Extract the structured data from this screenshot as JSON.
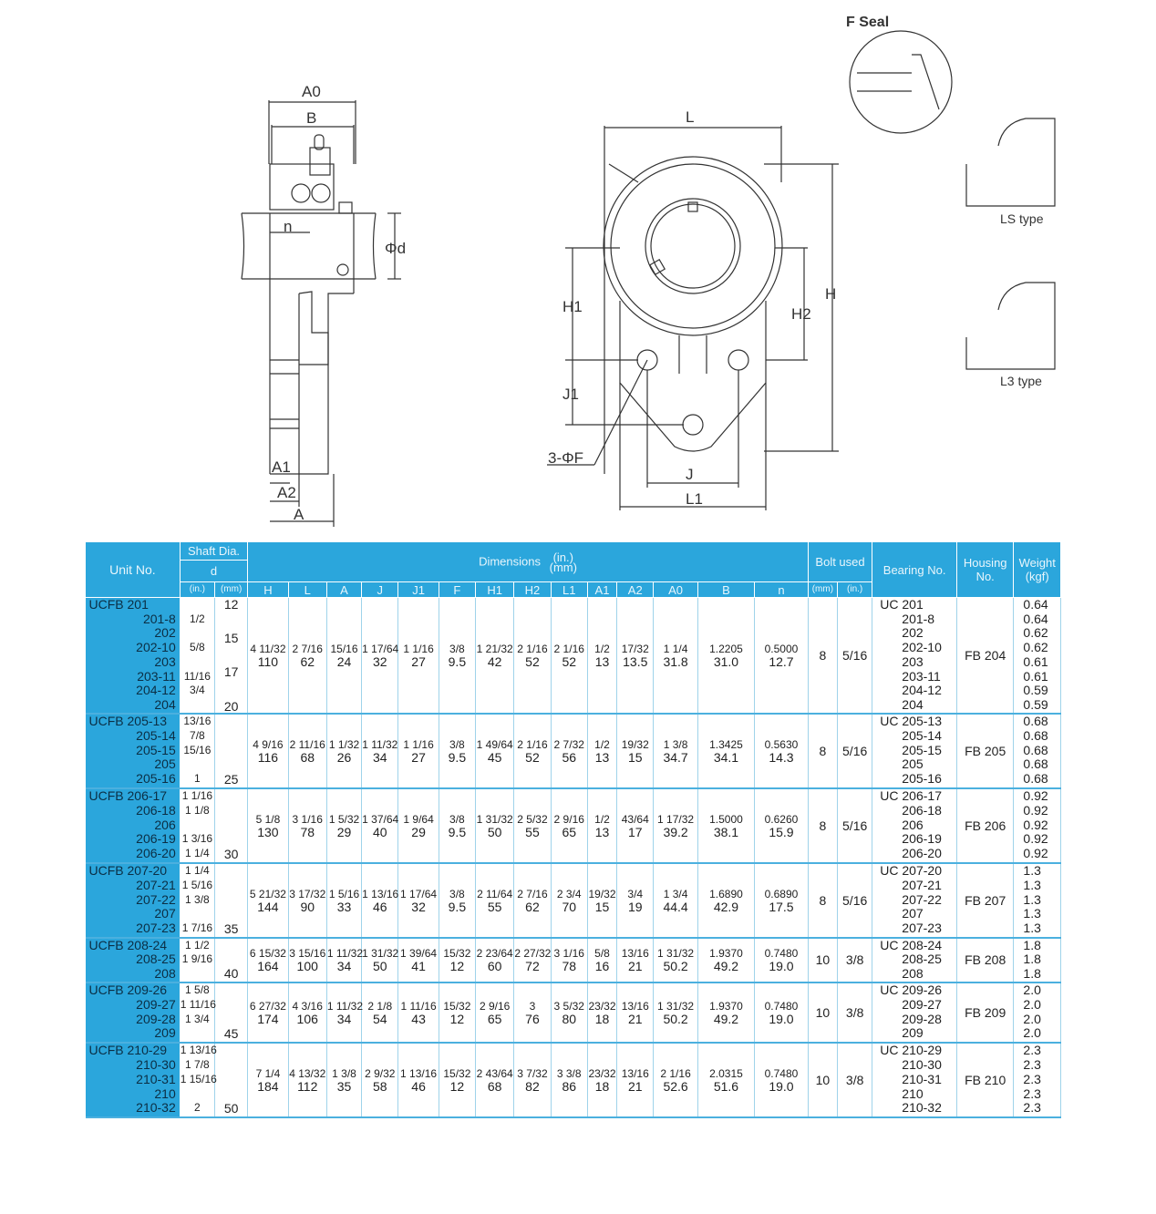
{
  "drawing_labels": {
    "a0": "A0",
    "b": "B",
    "n": "n",
    "phi_d": "Φd",
    "a1": "A1",
    "a2": "A2",
    "a": "A",
    "l": "L",
    "h": "H",
    "h1": "H1",
    "h2": "H2",
    "j1": "J1",
    "j": "J",
    "l1": "L1",
    "bolt_holes": "3-ΦF",
    "f_seal": "F Seal",
    "ls_type": "LS type",
    "l3_type": "L3 type"
  },
  "table": {
    "headers": {
      "unit_no": "Unit No.",
      "shaft_dia": "Shaft Dia.",
      "d": "d",
      "inch": "(in.)",
      "mm": "(mm)",
      "dimensions": "Dimensions",
      "dim_units_in": "(in.)",
      "dim_units_mm": "(mm)",
      "bolt_used": "Bolt used",
      "bolt_mm": "(mm)",
      "bolt_in": "(in.)",
      "bearing_no": "Bearing No.",
      "housing_no": "Housing No.",
      "weight": "Weight (kgf)",
      "dim_cols": [
        "H",
        "L",
        "A",
        "J",
        "J1",
        "F",
        "H1",
        "H2",
        "L1",
        "A1",
        "A2",
        "A0",
        "B",
        "n"
      ]
    },
    "groups": [
      {
        "units": [
          "UCFB 201",
          "201-8",
          "202",
          "202-10",
          "203",
          "203-11",
          "204-12",
          "204"
        ],
        "d_in": [
          "",
          "1/2",
          "",
          "5/8",
          "",
          "11/16",
          "3/4",
          ""
        ],
        "d_mm": [
          "12",
          "15",
          "17",
          "20"
        ],
        "dims": [
          [
            "4 11/32",
            "110"
          ],
          [
            "2 7/16",
            "62"
          ],
          [
            "15/16",
            "24"
          ],
          [
            "1 17/64",
            "32"
          ],
          [
            "1 1/16",
            "27"
          ],
          [
            "3/8",
            "9.5"
          ],
          [
            "1 21/32",
            "42"
          ],
          [
            "2 1/16",
            "52"
          ],
          [
            "2 1/16",
            "52"
          ],
          [
            "1/2",
            "13"
          ],
          [
            "17/32",
            "13.5"
          ],
          [
            "1 1/4",
            "31.8"
          ],
          [
            "1.2205",
            "31.0"
          ],
          [
            "0.5000",
            "12.7"
          ]
        ],
        "bolt_mm": "8",
        "bolt_in": "5/16",
        "bearings": [
          "UC 201",
          "201-8",
          "202",
          "202-10",
          "203",
          "203-11",
          "204-12",
          "204"
        ],
        "housing": "FB 204",
        "weights": [
          "0.64",
          "0.64",
          "0.62",
          "0.62",
          "0.61",
          "0.61",
          "0.59",
          "0.59"
        ]
      },
      {
        "units": [
          "UCFB 205-13",
          "205-14",
          "205-15",
          "205",
          "205-16"
        ],
        "d_in": [
          "13/16",
          "7/8",
          "15/16",
          "",
          "1"
        ],
        "d_mm": [
          "25"
        ],
        "dims": [
          [
            "4 9/16",
            "116"
          ],
          [
            "2 11/16",
            "68"
          ],
          [
            "1 1/32",
            "26"
          ],
          [
            "1 11/32",
            "34"
          ],
          [
            "1 1/16",
            "27"
          ],
          [
            "3/8",
            "9.5"
          ],
          [
            "1 49/64",
            "45"
          ],
          [
            "2 1/16",
            "52"
          ],
          [
            "2 7/32",
            "56"
          ],
          [
            "1/2",
            "13"
          ],
          [
            "19/32",
            "15"
          ],
          [
            "1 3/8",
            "34.7"
          ],
          [
            "1.3425",
            "34.1"
          ],
          [
            "0.5630",
            "14.3"
          ]
        ],
        "bolt_mm": "8",
        "bolt_in": "5/16",
        "bearings": [
          "UC 205-13",
          "205-14",
          "205-15",
          "205",
          "205-16"
        ],
        "housing": "FB 205",
        "weights": [
          "0.68",
          "0.68",
          "0.68",
          "0.68",
          "0.68"
        ]
      },
      {
        "units": [
          "UCFB 206-17",
          "206-18",
          "206",
          "206-19",
          "206-20"
        ],
        "d_in": [
          "1 1/16",
          "1 1/8",
          "",
          "1 3/16",
          "1 1/4"
        ],
        "d_mm": [
          "30"
        ],
        "dims": [
          [
            "5 1/8",
            "130"
          ],
          [
            "3 1/16",
            "78"
          ],
          [
            "1 5/32",
            "29"
          ],
          [
            "1 37/64",
            "40"
          ],
          [
            "1 9/64",
            "29"
          ],
          [
            "3/8",
            "9.5"
          ],
          [
            "1 31/32",
            "50"
          ],
          [
            "2 5/32",
            "55"
          ],
          [
            "2 9/16",
            "65"
          ],
          [
            "1/2",
            "13"
          ],
          [
            "43/64",
            "17"
          ],
          [
            "1 17/32",
            "39.2"
          ],
          [
            "1.5000",
            "38.1"
          ],
          [
            "0.6260",
            "15.9"
          ]
        ],
        "bolt_mm": "8",
        "bolt_in": "5/16",
        "bearings": [
          "UC 206-17",
          "206-18",
          "206",
          "206-19",
          "206-20"
        ],
        "housing": "FB 206",
        "weights": [
          "0.92",
          "0.92",
          "0.92",
          "0.92",
          "0.92"
        ]
      },
      {
        "units": [
          "UCFB 207-20",
          "207-21",
          "207-22",
          "207",
          "207-23"
        ],
        "d_in": [
          "1 1/4",
          "1 5/16",
          "1 3/8",
          "",
          "1 7/16"
        ],
        "d_mm": [
          "35"
        ],
        "dims": [
          [
            "5 21/32",
            "144"
          ],
          [
            "3 17/32",
            "90"
          ],
          [
            "1 5/16",
            "33"
          ],
          [
            "1 13/16",
            "46"
          ],
          [
            "1 17/64",
            "32"
          ],
          [
            "3/8",
            "9.5"
          ],
          [
            "2 11/64",
            "55"
          ],
          [
            "2 7/16",
            "62"
          ],
          [
            "2 3/4",
            "70"
          ],
          [
            "19/32",
            "15"
          ],
          [
            "3/4",
            "19"
          ],
          [
            "1 3/4",
            "44.4"
          ],
          [
            "1.6890",
            "42.9"
          ],
          [
            "0.6890",
            "17.5"
          ]
        ],
        "bolt_mm": "8",
        "bolt_in": "5/16",
        "bearings": [
          "UC 207-20",
          "207-21",
          "207-22",
          "207",
          "207-23"
        ],
        "housing": "FB 207",
        "weights": [
          "1.3",
          "1.3",
          "1.3",
          "1.3",
          "1.3"
        ]
      },
      {
        "units": [
          "UCFB 208-24",
          "208-25",
          "208"
        ],
        "d_in": [
          "1 1/2",
          "1 9/16",
          ""
        ],
        "d_mm": [
          "40"
        ],
        "dims": [
          [
            "6 15/32",
            "164"
          ],
          [
            "3 15/16",
            "100"
          ],
          [
            "1 11/32",
            "34"
          ],
          [
            "1 31/32",
            "50"
          ],
          [
            "1 39/64",
            "41"
          ],
          [
            "15/32",
            "12"
          ],
          [
            "2 23/64",
            "60"
          ],
          [
            "2 27/32",
            "72"
          ],
          [
            "3 1/16",
            "78"
          ],
          [
            "5/8",
            "16"
          ],
          [
            "13/16",
            "21"
          ],
          [
            "1 31/32",
            "50.2"
          ],
          [
            "1.9370",
            "49.2"
          ],
          [
            "0.7480",
            "19.0"
          ]
        ],
        "bolt_mm": "10",
        "bolt_in": "3/8",
        "bearings": [
          "UC 208-24",
          "208-25",
          "208"
        ],
        "housing": "FB 208",
        "weights": [
          "1.8",
          "1.8",
          "1.8"
        ]
      },
      {
        "units": [
          "UCFB 209-26",
          "209-27",
          "209-28",
          "209"
        ],
        "d_in": [
          "1 5/8",
          "1 11/16",
          "1 3/4",
          ""
        ],
        "d_mm": [
          "45"
        ],
        "dims": [
          [
            "6 27/32",
            "174"
          ],
          [
            "4 3/16",
            "106"
          ],
          [
            "1 11/32",
            "34"
          ],
          [
            "2 1/8",
            "54"
          ],
          [
            "1 11/16",
            "43"
          ],
          [
            "15/32",
            "12"
          ],
          [
            "2 9/16",
            "65"
          ],
          [
            "3",
            "76"
          ],
          [
            "3 5/32",
            "80"
          ],
          [
            "23/32",
            "18"
          ],
          [
            "13/16",
            "21"
          ],
          [
            "1 31/32",
            "50.2"
          ],
          [
            "1.9370",
            "49.2"
          ],
          [
            "0.7480",
            "19.0"
          ]
        ],
        "bolt_mm": "10",
        "bolt_in": "3/8",
        "bearings": [
          "UC 209-26",
          "209-27",
          "209-28",
          "209"
        ],
        "housing": "FB 209",
        "weights": [
          "2.0",
          "2.0",
          "2.0",
          "2.0"
        ]
      },
      {
        "units": [
          "UCFB 210-29",
          "210-30",
          "210-31",
          "210",
          "210-32"
        ],
        "d_in": [
          "1 13/16",
          "1 7/8",
          "1 15/16",
          "",
          "2"
        ],
        "d_mm": [
          "50"
        ],
        "dims": [
          [
            "7 1/4",
            "184"
          ],
          [
            "4 13/32",
            "112"
          ],
          [
            "1 3/8",
            "35"
          ],
          [
            "2 9/32",
            "58"
          ],
          [
            "1 13/16",
            "46"
          ],
          [
            "15/32",
            "12"
          ],
          [
            "2 43/64",
            "68"
          ],
          [
            "3 7/32",
            "82"
          ],
          [
            "3 3/8",
            "86"
          ],
          [
            "23/32",
            "18"
          ],
          [
            "13/16",
            "21"
          ],
          [
            "2 1/16",
            "52.6"
          ],
          [
            "2.0315",
            "51.6"
          ],
          [
            "0.7480",
            "19.0"
          ]
        ],
        "bolt_mm": "10",
        "bolt_in": "3/8",
        "bearings": [
          "UC 210-29",
          "210-30",
          "210-31",
          "210",
          "210-32"
        ],
        "housing": "FB 210",
        "weights": [
          "2.3",
          "2.3",
          "2.3",
          "2.3",
          "2.3"
        ]
      }
    ]
  }
}
